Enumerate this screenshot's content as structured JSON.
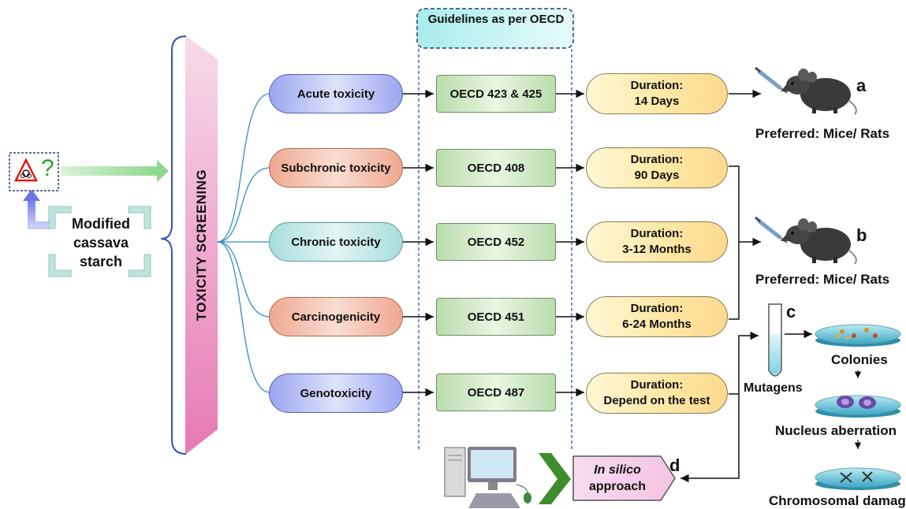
{
  "guidelines_header": "Guidelines as per OECD",
  "screening_label": "TOXICITY SCREENING",
  "input": {
    "material_text": "Modified cassava starch",
    "question_mark": "?"
  },
  "tests": [
    {
      "name": "Acute toxicity",
      "oecd": "OECD 423 & 425",
      "duration_title": "Duration:",
      "duration_value": "14 Days"
    },
    {
      "name": "Subchronic toxicity",
      "oecd": "OECD 408",
      "duration_title": "Duration:",
      "duration_value": "90 Days"
    },
    {
      "name": "Chronic toxicity",
      "oecd": "OECD 452",
      "duration_title": "Duration:",
      "duration_value": "3-12 Months"
    },
    {
      "name": "Carcinogenicity",
      "oecd": "OECD 451",
      "duration_title": "Duration:",
      "duration_value": "6-24 Months"
    },
    {
      "name": "Genotoxicity",
      "oecd": "OECD 487",
      "duration_title": "Duration:",
      "duration_value": "Depend on the test"
    }
  ],
  "outcomes": {
    "a": {
      "letter": "a",
      "caption": "Preferred: Mice/ Rats"
    },
    "b": {
      "letter": "b",
      "caption": "Preferred: Mice/ Rats"
    },
    "c": {
      "letter": "c",
      "tube_label": "Mutagens",
      "steps": [
        "Colonies",
        "Nucleus aberration",
        "Chromosomal damage"
      ]
    },
    "d": {
      "letter": "d",
      "approach_italic": "In silico",
      "approach_text": "approach"
    }
  },
  "colors": {
    "blue_pill": "#9aa6f0",
    "red_pill": "#efa88f",
    "teal_pill": "#a8dede",
    "oecd_box": "#b9dcae",
    "duration_box": "#fde9a8",
    "screening_bar": "#ee82b8",
    "dashed": "#3a6fc4"
  }
}
